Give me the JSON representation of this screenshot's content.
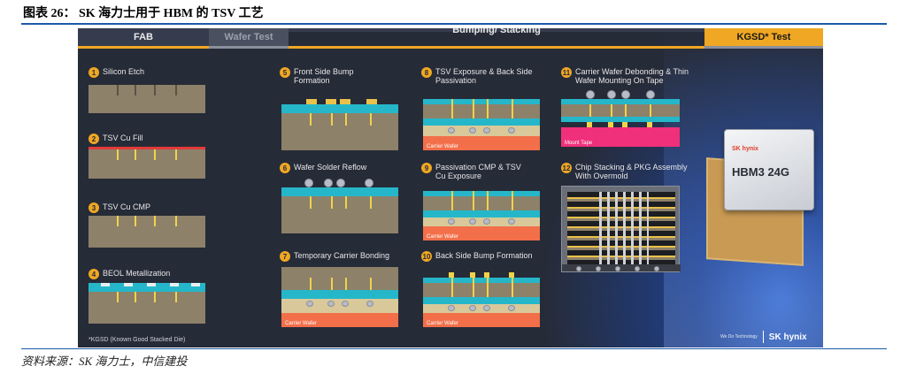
{
  "figure": {
    "title": "图表 26： SK 海力士用于 HBM 的 TSV 工艺",
    "source": "资料来源：SK 海力士，中信建投"
  },
  "header": {
    "fab": "FAB",
    "wafer_test": "Wafer Test",
    "bumping": "Bumping/ Stacking",
    "kgsd": "KGSD* Test"
  },
  "steps": [
    {
      "num": "1",
      "label": "Silicon Etch"
    },
    {
      "num": "2",
      "label": "TSV Cu Fill"
    },
    {
      "num": "3",
      "label": "TSV Cu CMP"
    },
    {
      "num": "4",
      "label": "BEOL Metallization"
    },
    {
      "num": "5",
      "label": "Front Side Bump Formation"
    },
    {
      "num": "6",
      "label": "Wafer Solder Reflow"
    },
    {
      "num": "7",
      "label": "Temporary Carrier Bonding"
    },
    {
      "num": "8",
      "label": "TSV Exposure & Back Side Passivation"
    },
    {
      "num": "9",
      "label": "Passivation CMP & TSV Cu Exposure"
    },
    {
      "num": "10",
      "label": "Back Side Bump Formation"
    },
    {
      "num": "11",
      "label": "Carrier Wafer Debonding & Thin Wafer Mounting On Tape"
    },
    {
      "num": "12",
      "label": "Chip Stacking & PKG Assembly With Overmold"
    }
  ],
  "layer_labels": {
    "carrier_wafer": "Carrier Wafer",
    "mount_tape": "Mount Tape"
  },
  "footnote": "*KGSD (Known Good Stacked Die)",
  "chip": {
    "logo": "SK hynix",
    "name": "HBM3 24G"
  },
  "brand": {
    "tagline": "We Do Technology",
    "logo": "SK hynix"
  },
  "colors": {
    "accent": "#f0a723",
    "panel": "#262b38",
    "substrate": "#8d8169",
    "passivation": "#25b7c9",
    "tsv_copper": "#f1d24a",
    "carrier": "#f26f4a",
    "mount_tape": "#f0307a"
  }
}
